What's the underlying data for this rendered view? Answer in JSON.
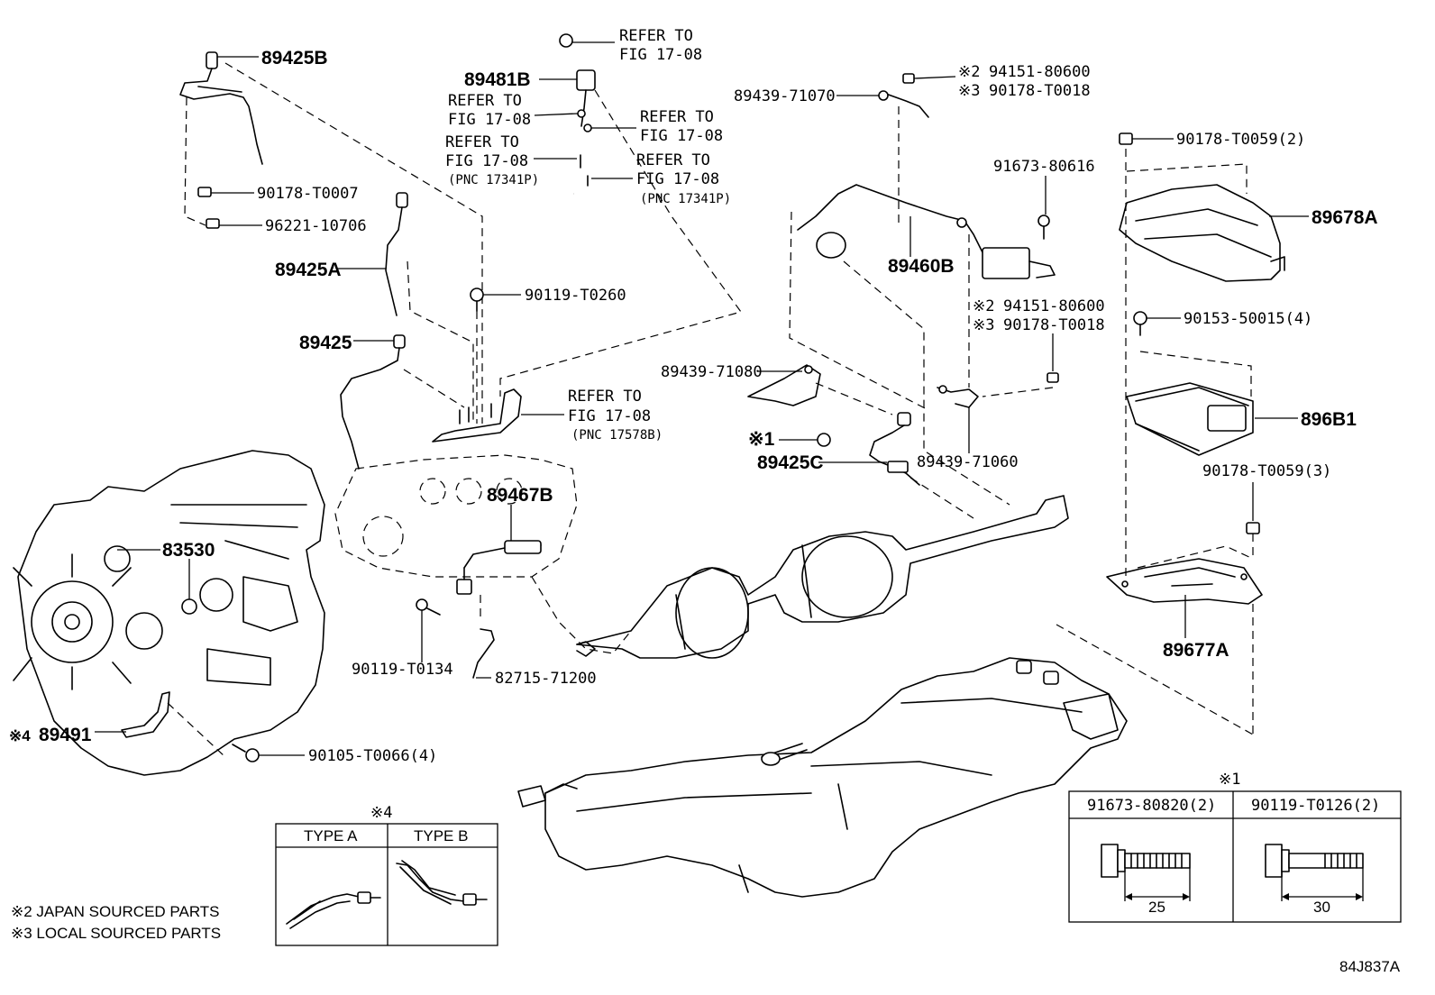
{
  "labels": {
    "p89425B": "89425B",
    "p89481B": "89481B",
    "ref1a": "REFER TO",
    "ref1b": "FIG 17-08",
    "ref2a": "REFER TO",
    "ref2b": "FIG 17-08",
    "ref3a": "REFER TO",
    "ref3b": "FIG 17-08",
    "ref4a": "REFER TO",
    "ref4b": "FIG 17-08",
    "pnc4": "(PNC 17341P)",
    "ref5a": "REFER TO",
    "ref5b": "FIG 17-08",
    "pnc5": "(PNC 17341P)",
    "ref6a": "REFER TO",
    "ref6b": "FIG 17-08",
    "pnc6": "(PNC 17578B)",
    "p90178T0007": "90178-T0007",
    "p9622110706": "96221-10706",
    "p89425A": "89425A",
    "p90119T0260": "90119-T0260",
    "p89425": "89425",
    "p83530": "83530",
    "p89467B": "89467B",
    "p90119T0134": "90119-T0134",
    "p8271571200": "82715-71200",
    "p89491": "89491",
    "mark4a": "※4",
    "p90105T0066": "90105-T0066(4)",
    "p8943971070": "89439-71070",
    "m2a": "※2",
    "p9415180600a": "94151-80600",
    "m3a": "※3",
    "p90178T0018a": "90178-T0018",
    "p9167380616": "91673-80616",
    "p89460B": "89460B",
    "m2b": "※2",
    "p9415180600b": "94151-80600",
    "m3b": "※3",
    "p90178T0018b": "90178-T0018",
    "p8943971080": "89439-71080",
    "mark1a": "※1",
    "p89425C": "89425C",
    "p8943971060": "89439-71060",
    "p90178T0059_2": "90178-T0059(2)",
    "p89678A": "89678A",
    "p9015350015": "90153-50015(4)",
    "p896B1": "896B1",
    "p90178T0059_3": "90178-T0059(3)",
    "p89677A": "89677A",
    "mark1b": "※1",
    "bolt1": "91673-80820(2)",
    "bolt2": "90119-T0126(2)",
    "dim1": "25",
    "dim2": "30",
    "mark4b": "※4",
    "typeA": "TYPE A",
    "typeB": "TYPE B",
    "note2": "※2 JAPAN SOURCED PARTS",
    "note3": "※3 LOCAL SOURCED PARTS",
    "figid": "84J837A"
  }
}
